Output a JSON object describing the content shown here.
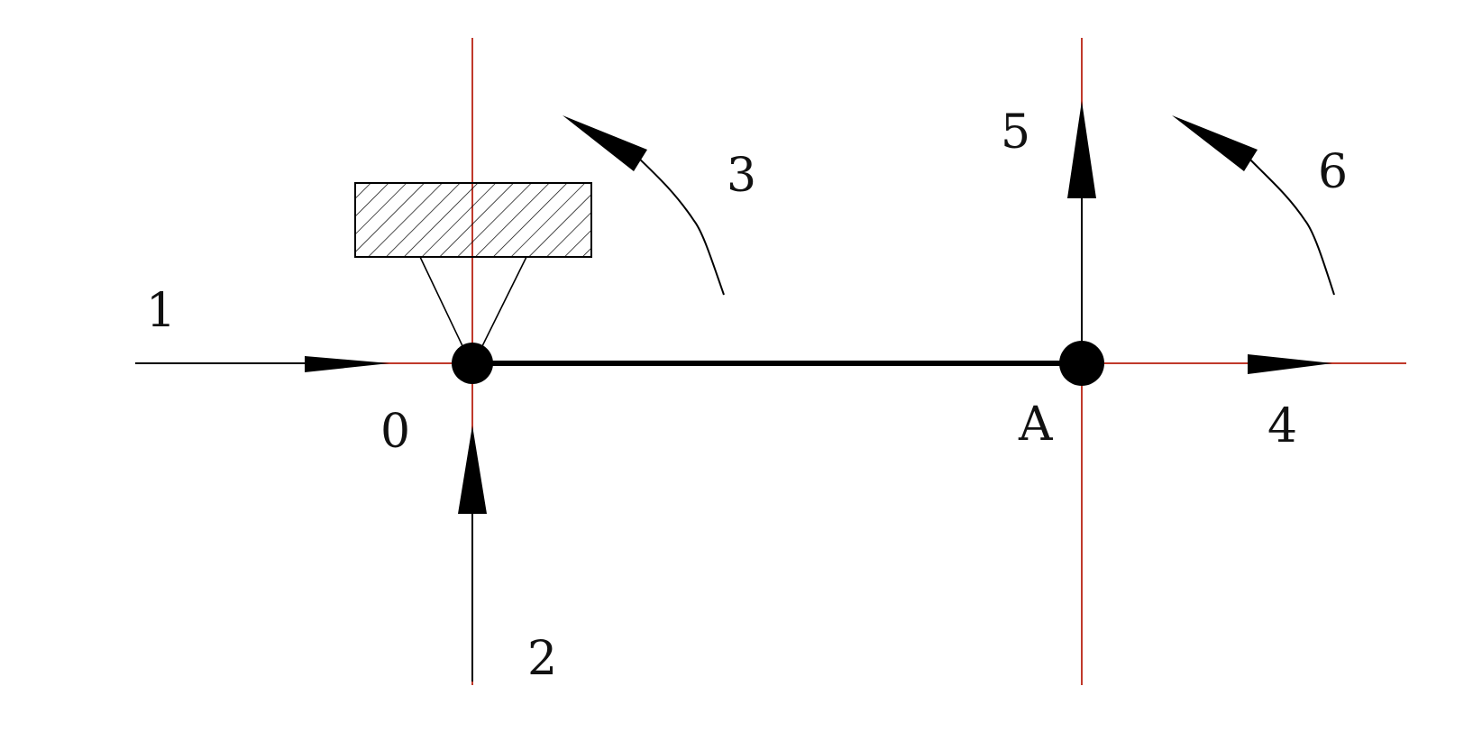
{
  "diagram": {
    "labels": {
      "dof_1": "1",
      "dof_2": "2",
      "dof_3": "3",
      "dof_4": "4",
      "dof_5": "5",
      "dof_6": "6",
      "node_o": "0",
      "node_a": "A"
    },
    "colors": {
      "axis_line": "#c0392b",
      "member_line": "#000000",
      "background": "#ffffff"
    },
    "icons": {
      "support": "hatched-fixed-support",
      "node": "filled-circle",
      "rotation": "curved-arrow"
    }
  }
}
